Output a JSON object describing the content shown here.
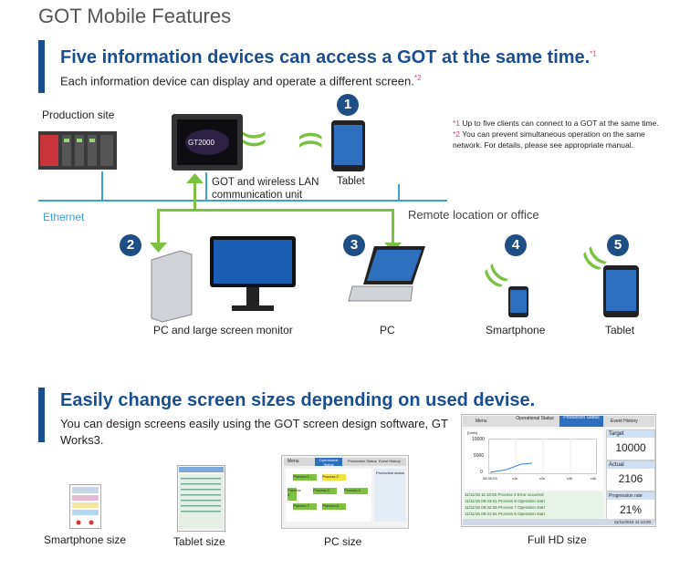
{
  "page_title": "GOT Mobile Features",
  "section1": {
    "heading": "Five information devices can access a GOT at the same time.",
    "heading_note": "*1",
    "subtitle": "Each information device can display and operate a different screen.",
    "subtitle_note": "*2",
    "footnotes": [
      {
        "mark": "*1",
        "text": "Up to five clients can connect to a GOT at the same time."
      },
      {
        "mark": "*2",
        "text": "You can prevent simultaneous operation on the same network. For details, please see appropriate manual."
      }
    ],
    "labels": {
      "production_site": "Production site",
      "got_unit": "GOT and wireless LAN communication unit",
      "tablet_top": "Tablet",
      "ethernet": "Ethernet",
      "remote": "Remote location or office",
      "pc_monitor": "PC and large screen monitor",
      "pc": "PC",
      "smartphone": "Smartphone",
      "tablet": "Tablet"
    },
    "badges": [
      "1",
      "2",
      "3",
      "4",
      "5"
    ],
    "got_screen_logo": "GT2000"
  },
  "section2": {
    "heading": "Easily change screen sizes depending on used devise.",
    "subtitle": "You can design screens easily using the GOT screen design software, GT Works3.",
    "captions": {
      "smartphone": "Smartphone size",
      "tablet": "Tablet size",
      "pc": "PC size",
      "fullhd": "Full HD size"
    },
    "fullhd_screen": {
      "tabs": [
        "Menu",
        "Operational Status",
        "Production Status",
        "Event History"
      ],
      "chart_label": "[Units]",
      "y_ticks": [
        "10000",
        "5000",
        "0"
      ],
      "x_ticks": [
        "08:30:03",
        "x1k",
        "x2k",
        "x3k",
        "x4k"
      ],
      "target_label": "Target",
      "target_value": "10000",
      "actual_label": "Actual",
      "actual_value": "2106",
      "rate_label": "Progression rate",
      "rate_value": "21%",
      "events": [
        "11/11/15 11:10:52  Process 2  Error occurred",
        "11/11/15 08:33:01  Process 8  Operation start",
        "11/11/15 08:32:26  Process 7  Operation start",
        "11/11/15 08:31:54  Process 6  Operation start"
      ],
      "footer_date": "11/11/2015  11:13:00"
    },
    "pc_screen": {
      "tabs": [
        "Menu",
        "Operational Status",
        "Production Status",
        "Event History"
      ],
      "processes": [
        "Process 1",
        "Process 2",
        "Process 3",
        "Process 4",
        "Process 5",
        "Process 6",
        "Process 7",
        "Process 8"
      ],
      "side_label": "Production status"
    }
  },
  "colors": {
    "brand_blue": "#1a4f8f",
    "ethernet_blue": "#3aa0d6",
    "wireless_green": "#7dc142",
    "note_pink": "#d04a6e"
  }
}
